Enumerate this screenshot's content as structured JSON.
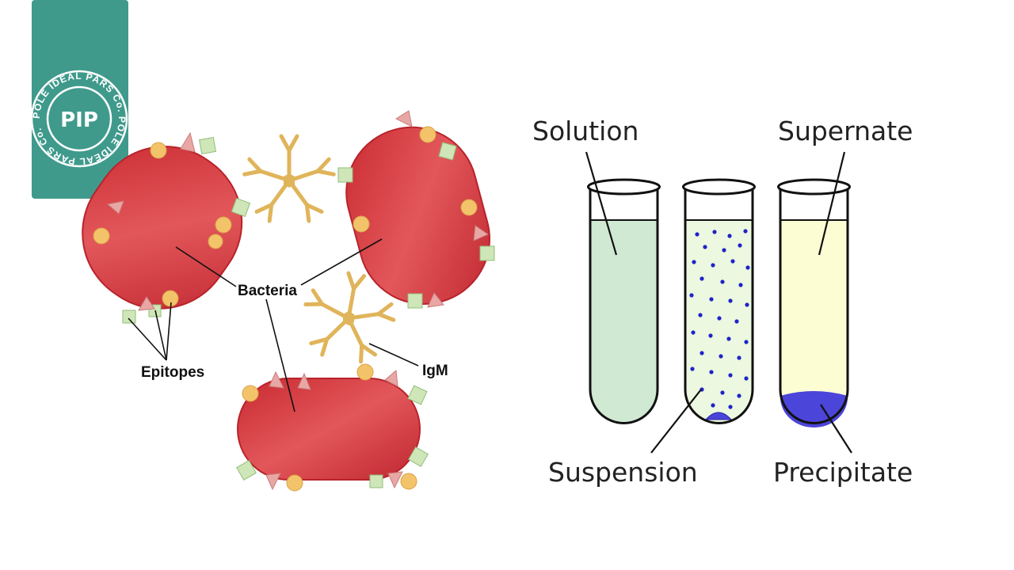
{
  "logo": {
    "monogram": "PIP",
    "ring_text": "POLE IDEAL PARS Co. POLE IDEAL PARS Co.",
    "color": "#3f9a8c"
  },
  "left_diagram": {
    "labels": {
      "bacteria": "Bacteria",
      "epitopes": "Epitopes",
      "igm": "IgM"
    },
    "colors": {
      "bacterium": "#d5343b",
      "bacterium_edge": "#b8232b",
      "antibody": "#e0b45a",
      "epitope_orange": "#f3c36a",
      "epitope_green": "#cfe6b8",
      "epitope_pink": "#e8a7a4"
    }
  },
  "right_diagram": {
    "labels": {
      "solution": "Solution",
      "supernate": "Supernate",
      "suspension": "Suspension",
      "precipitate": "Precipitate"
    },
    "colors": {
      "solution_fill": "#cfe9d3",
      "suspension_fill": "#ecf8df",
      "supernate_fill": "#fdfdd4",
      "particle": "#1f23c9",
      "precipitate": "#4b45d9"
    }
  }
}
